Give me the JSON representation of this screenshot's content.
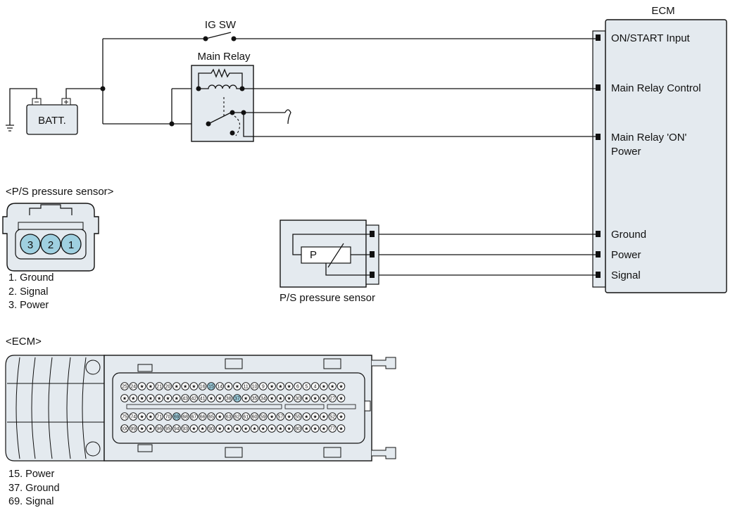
{
  "ig_sw": "IG SW",
  "main_relay": "Main Relay",
  "batt": "BATT.",
  "ecm_title": "ECM",
  "ecm_pins": {
    "on_start": "ON/START Input",
    "main_relay_control": "Main Relay Control",
    "main_relay_on_power_1": "Main Relay 'ON'",
    "main_relay_on_power_2": "Power",
    "ground": "Ground",
    "power": "Power",
    "signal": "Signal"
  },
  "sensor_box_letter": "P",
  "sensor_caption": "P/S pressure sensor",
  "ps_connector": {
    "title": "<P/S pressure sensor>",
    "pins": [
      "3",
      "2",
      "1"
    ],
    "legend": [
      "1. Ground",
      "2. Signal",
      "3. Power"
    ]
  },
  "ecm_connector": {
    "title": "<ECM>",
    "legend": [
      "15. Power",
      "37. Ground",
      "69. Signal"
    ],
    "highlight": [
      "15",
      "37",
      "69"
    ],
    "rows": [
      [
        "25",
        "24",
        "★",
        "★",
        "21",
        "20",
        "★",
        "★",
        "★",
        "16",
        "15",
        "14",
        "★",
        "★",
        "11",
        "10",
        "9",
        "★",
        "★",
        "★",
        "6",
        "5",
        "4",
        "★",
        "★",
        "★"
      ],
      [
        "★",
        "★",
        "★",
        "★",
        "★",
        "★",
        "★",
        "43",
        "42",
        "41",
        "★",
        "★",
        "38",
        "37",
        "★",
        "35",
        "34",
        "★",
        "★",
        "★",
        "30",
        "★",
        "★",
        "★",
        "27",
        "★"
      ],
      [
        "75",
        "74",
        "★",
        "★",
        "71",
        "70",
        "69",
        "68",
        "67",
        "66",
        "65",
        "★",
        "63",
        "62",
        "61",
        "60",
        "59",
        "★",
        "57",
        "★",
        "55",
        "★",
        "★",
        "★",
        "52",
        "★"
      ],
      [
        "100",
        "99",
        "★",
        "★",
        "96",
        "95",
        "94",
        "93",
        "★",
        "★",
        "90",
        "★",
        "★",
        "★",
        "★",
        "★",
        "★",
        "★",
        "★",
        "★",
        "80",
        "★",
        "★",
        "★",
        "77",
        "★"
      ]
    ]
  },
  "colors": {
    "panel_fill": "#e4eaef",
    "pin_highlight": "#9fd0e0",
    "line": "#111111"
  }
}
